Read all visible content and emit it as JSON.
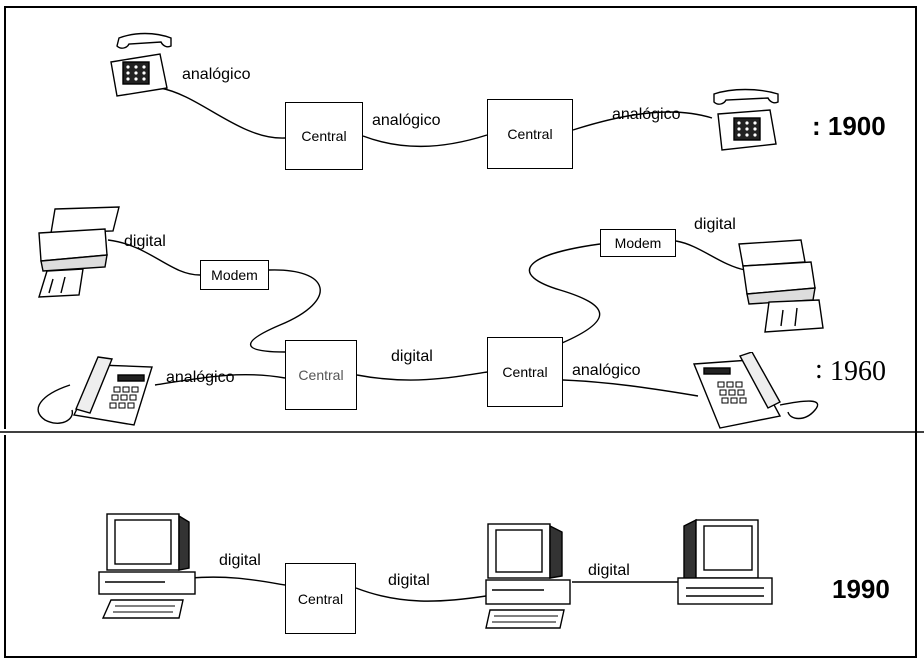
{
  "row1900": {
    "year": ": 1900",
    "labels": {
      "phone_left": "analógico",
      "between_centrals": "analógico",
      "phone_right": "analógico"
    },
    "central_left": "Central",
    "central_right": "Central"
  },
  "row1960": {
    "year_colon": ":",
    "year": "1960",
    "labels": {
      "fax_left": "digital",
      "fax_right": "digital",
      "phone_left": "analógico",
      "between_centrals": "digital",
      "phone_right": "analógico"
    },
    "modem_left": "Modem",
    "modem_right": "Modem",
    "central_left": "Central",
    "central_right": "Central"
  },
  "row1990": {
    "year": "1990",
    "labels": {
      "pc_left": "digital",
      "central_to_pc": "digital",
      "pc_to_pc": "digital"
    },
    "central": "Central"
  }
}
